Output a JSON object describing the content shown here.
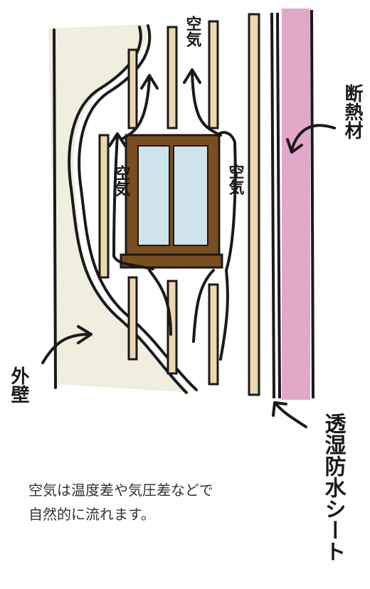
{
  "labels": {
    "air_top": "空気",
    "air_left": "空気",
    "air_right": "空気",
    "insulation": "断熱材",
    "outer_wall": "外壁",
    "membrane": "透湿防水シート"
  },
  "caption": {
    "line1": "空気は温度差や気圧差などで",
    "line2": "自然的に流れます。"
  },
  "colors": {
    "outer_wall": "#efeedf",
    "insulation": "#e2a8c8",
    "stud": "#ead8b0",
    "window_frame": "#7a4e1e",
    "glass": "#cfe4ea",
    "ink": "#1a1a1a"
  }
}
